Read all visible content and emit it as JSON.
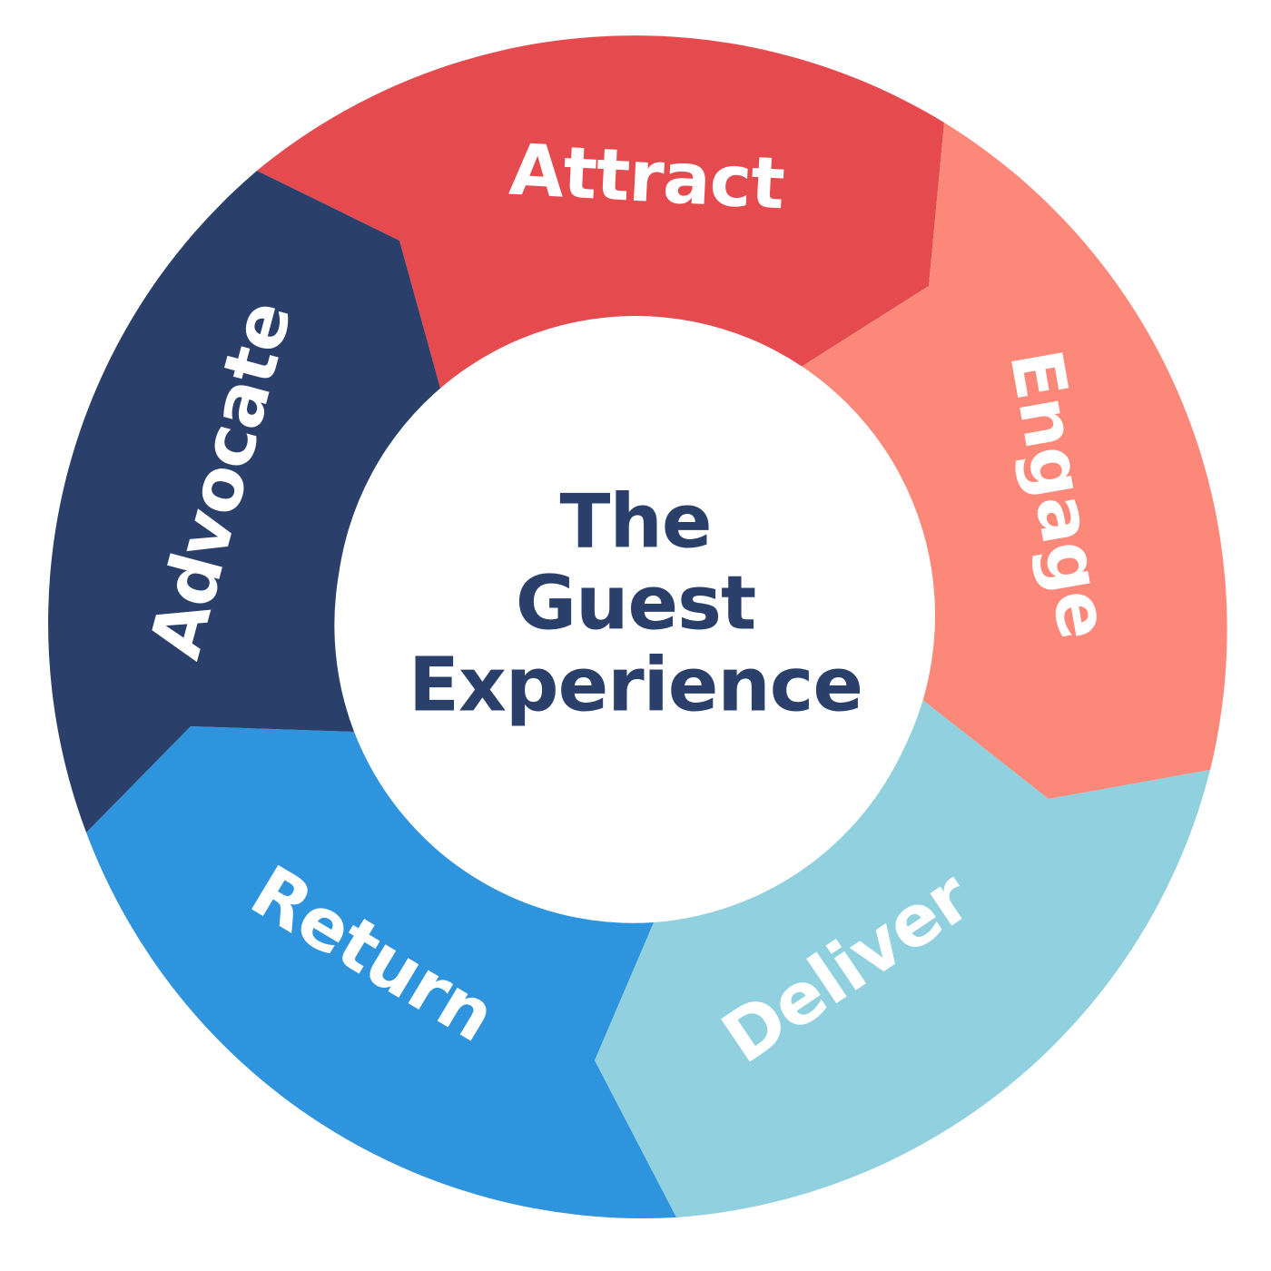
{
  "diagram": {
    "center": {
      "lines": [
        "The",
        "Guest",
        "Experience"
      ],
      "text_color": "#2b3f6b"
    },
    "segments": [
      {
        "label": "Attract",
        "color": "#e54a4e"
      },
      {
        "label": "Engage",
        "color": "#fb8878"
      },
      {
        "label": "Deliver",
        "color": "#90d0df"
      },
      {
        "label": "Return",
        "color": "#2e94dd"
      },
      {
        "label": "Advocate",
        "color": "#2b3f6b"
      }
    ],
    "hub_color": "#ffffff"
  }
}
